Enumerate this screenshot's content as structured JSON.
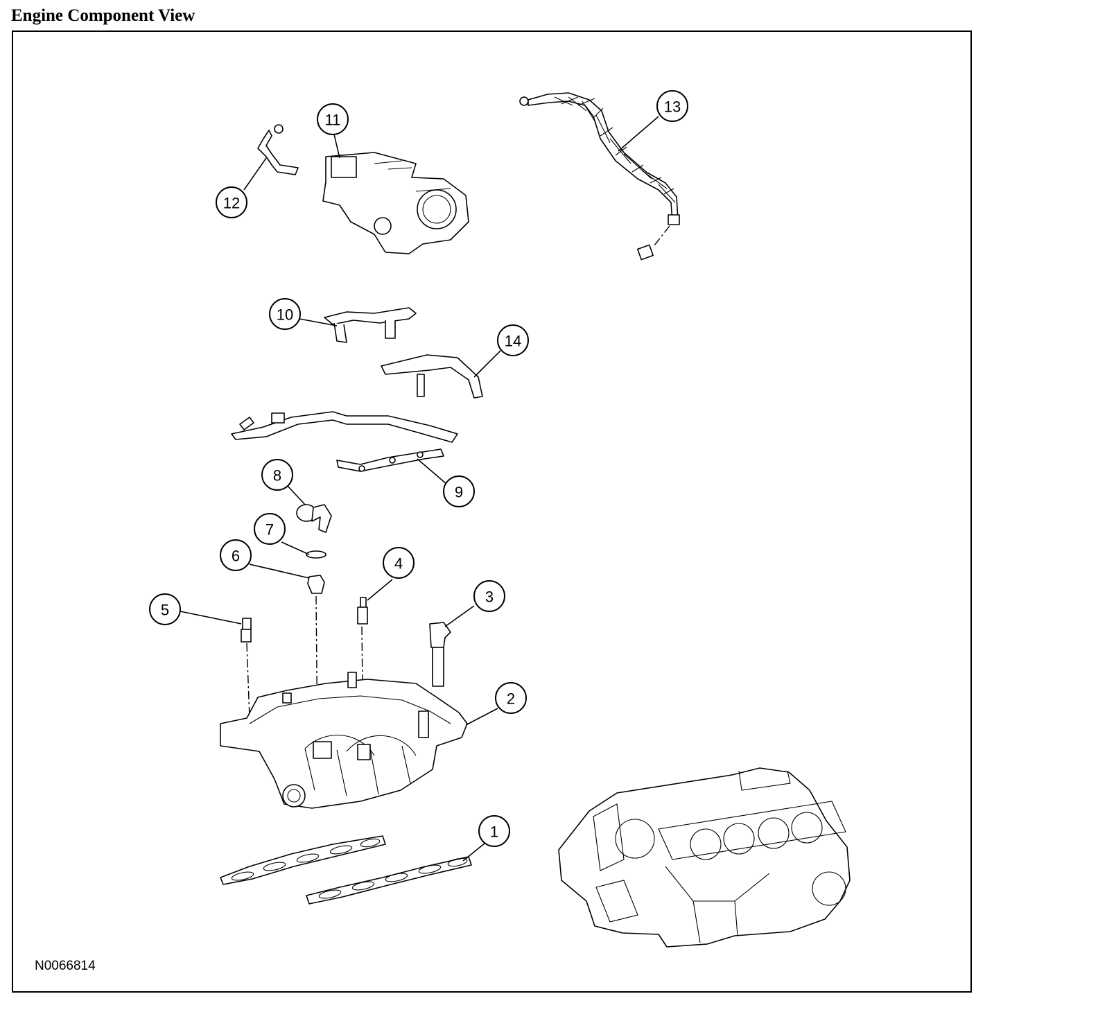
{
  "title": "Engine Component View",
  "figure_id": "N0066814",
  "callouts": [
    {
      "number": "1"
    },
    {
      "number": "2"
    },
    {
      "number": "3"
    },
    {
      "number": "4"
    },
    {
      "number": "5"
    },
    {
      "number": "6"
    },
    {
      "number": "7"
    },
    {
      "number": "8"
    },
    {
      "number": "9"
    },
    {
      "number": "10"
    },
    {
      "number": "11"
    },
    {
      "number": "12"
    },
    {
      "number": "13"
    },
    {
      "number": "14"
    }
  ]
}
